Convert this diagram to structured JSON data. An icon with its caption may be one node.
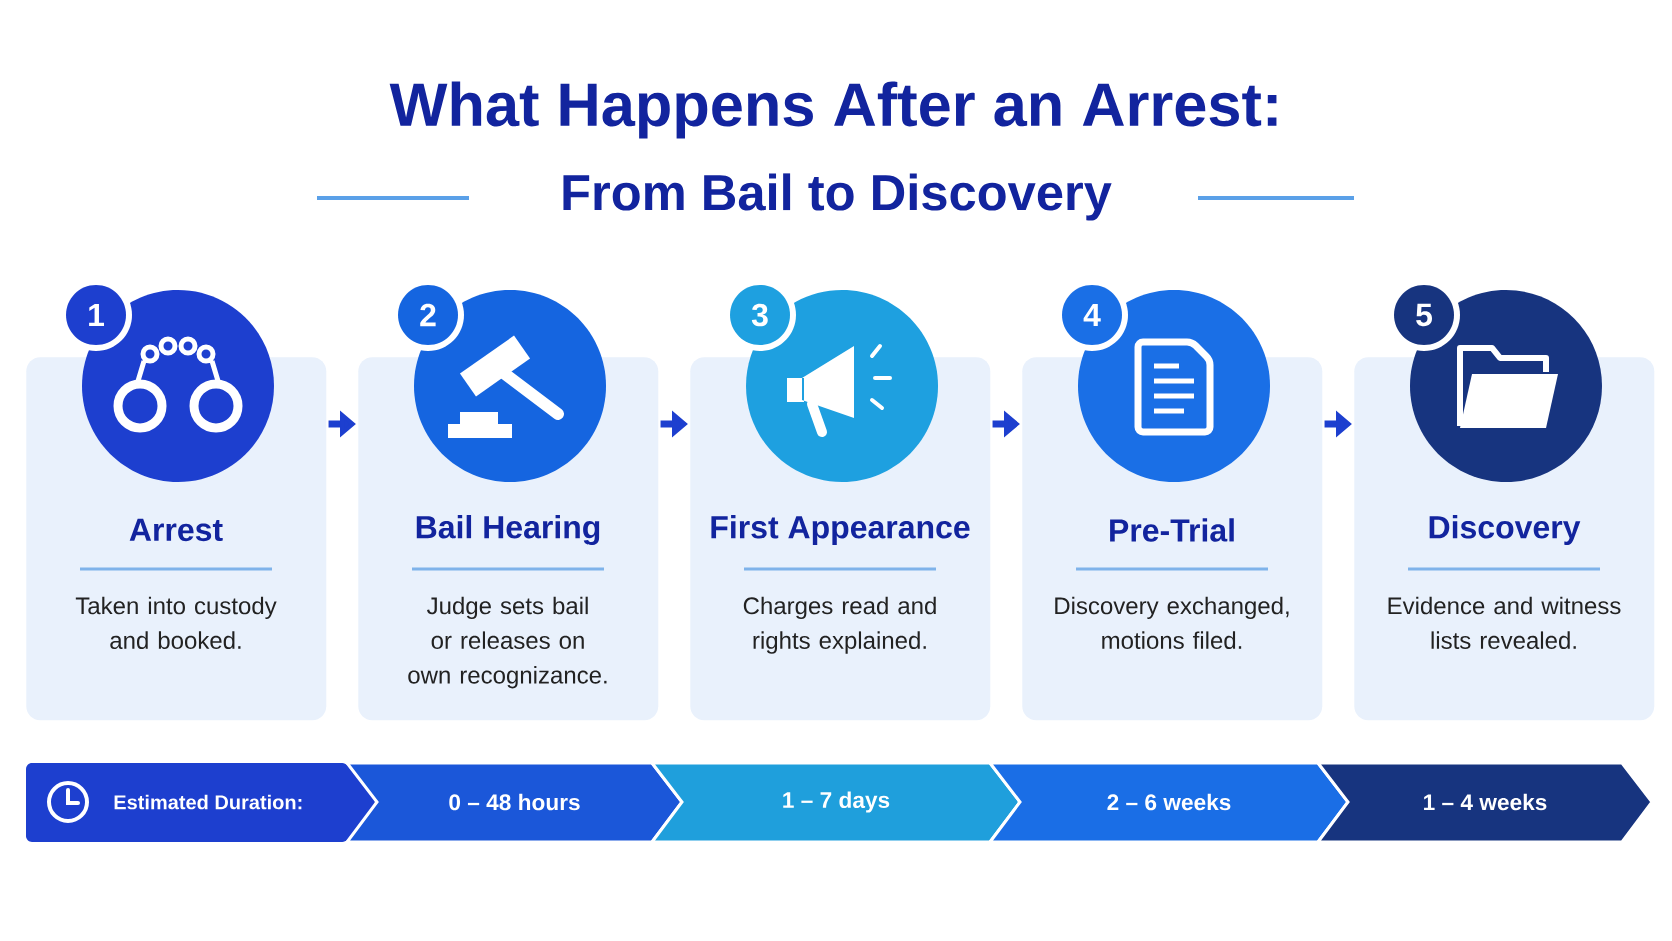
{
  "diagram": {
    "title": "What Happens After an Arrest:",
    "nodes": [
      {
        "text": [
          "Arrest",
          "Taken into custody and booked."
        ]
      },
      {
        "text": [
          "Bail Hearing",
          "Judge sets bail or releases on own recognizance."
        ]
      },
      {
        "text": [
          "First Appearance",
          "Charges read and rights explained."
        ]
      },
      {
        "text": [
          "Pre-Trial",
          "Discovery exchanged, motions filed."
        ]
      },
      {
        "text": [
          "Discovery",
          "Evidence and witness lists revealed."
        ]
      },
      {
        "text": [
          "Estimated Duration:"
        ]
      },
      {
        "text": [
          "0 – 48 hours"
        ]
      },
      {
        "text": [
          "1 – 7 days"
        ]
      },
      {
        "text": [
          "2 – 6 weeks"
        ]
      },
      {
        "text": [
          "1 – 4 weeks"
        ]
      }
    ],
    "edges": [
      {
        "from": 0,
        "to": 1,
        "arrow": "to"
      },
      {
        "from": 1,
        "to": 2,
        "arrow": "to"
      },
      {
        "from": 2,
        "to": 3,
        "arrow": "to"
      },
      {
        "from": 3,
        "to": 4,
        "arrow": "to"
      }
    ],
    "labels": [
      "From Bail to Discovery",
      "1",
      "2",
      "3",
      "4",
      "5"
    ]
  }
}
